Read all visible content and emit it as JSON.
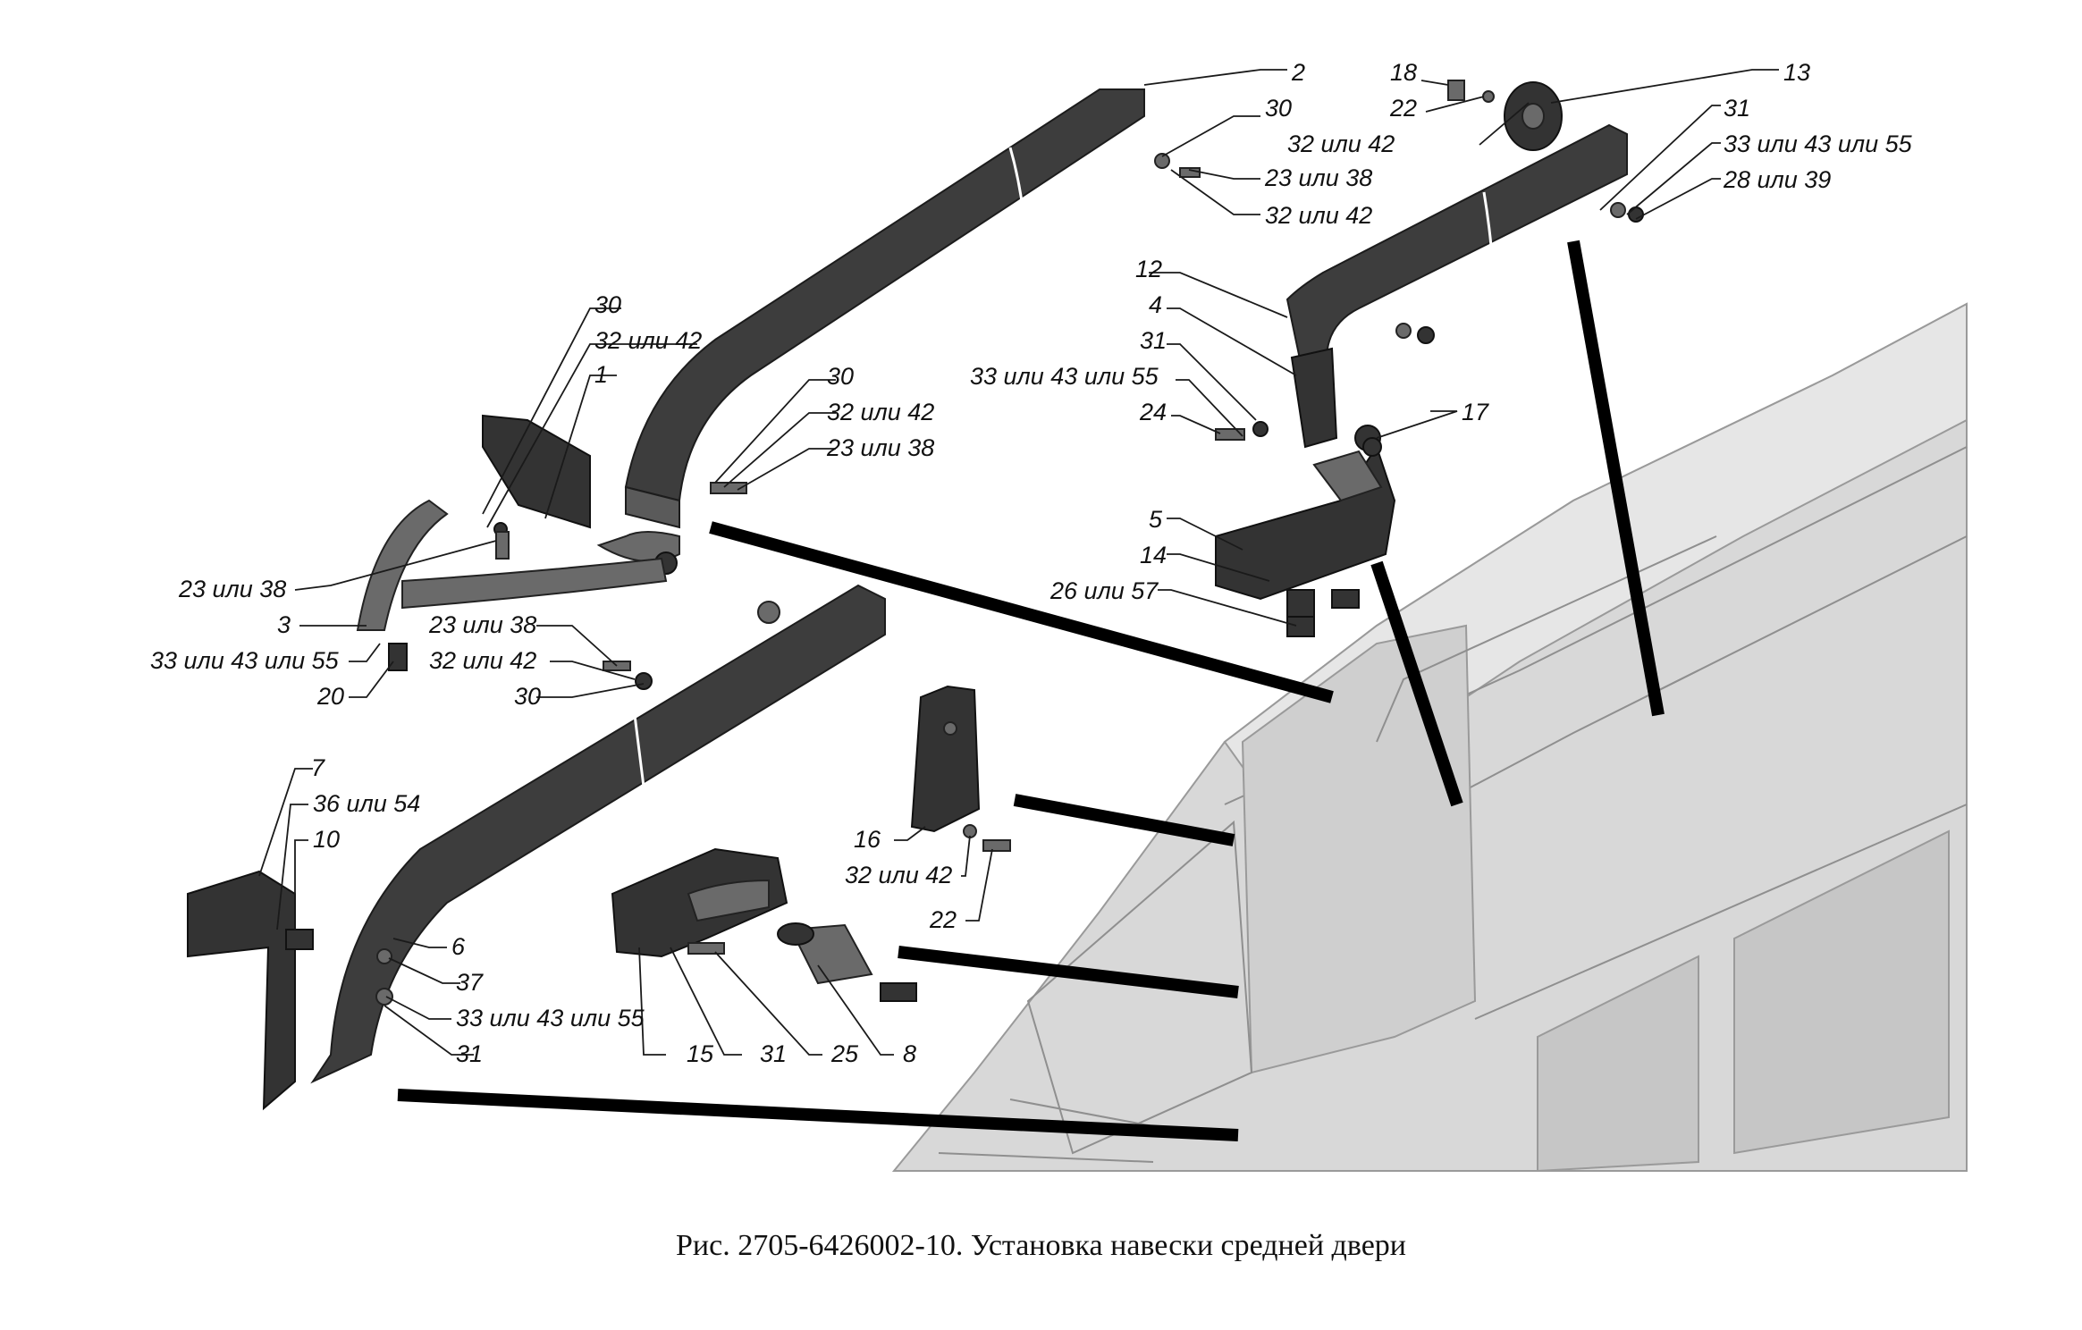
{
  "caption": "Рис. 2705-6426002-10. Установка навески средней двери",
  "labels": {
    "l2": "2",
    "l30a": "30",
    "l23_38a": "23 или 38",
    "l32_42a": "32 или 42",
    "l18": "18",
    "l22a": "22",
    "l32_42b": "32 или 42",
    "l13": "13",
    "l31a": "31",
    "l33_43_55a": "33 или 43 или 55",
    "l28_39": "28 или 39",
    "l12": "12",
    "l4": "4",
    "l31b": "31",
    "l33_43_55b": "33 или 43 или 55",
    "l24": "24",
    "l17": "17",
    "l5": "5",
    "l14": "14",
    "l26_57": "26 или 57",
    "l30b": "30",
    "l32_42c": "32 или 42",
    "l1": "1",
    "l30c": "30",
    "l32_42d": "32 или 42",
    "l23_38b": "23 или 38",
    "l23_38c": "23 или 38",
    "l3": "3",
    "l33_43_55c": "33 или 43 или 55",
    "l20": "20",
    "l23_38d": "23 или 38",
    "l32_42e": "32 или 42",
    "l30d": "30",
    "l7": "7",
    "l36_54": "36 или 54",
    "l10": "10",
    "l6": "6",
    "l37": "37",
    "l33_43_55d": "33 или 43 или 55",
    "l31c": "31",
    "l16": "16",
    "l32_42f": "32 или 42",
    "l22b": "22",
    "l15": "15",
    "l31d": "31",
    "l25": "25",
    "l8": "8"
  }
}
